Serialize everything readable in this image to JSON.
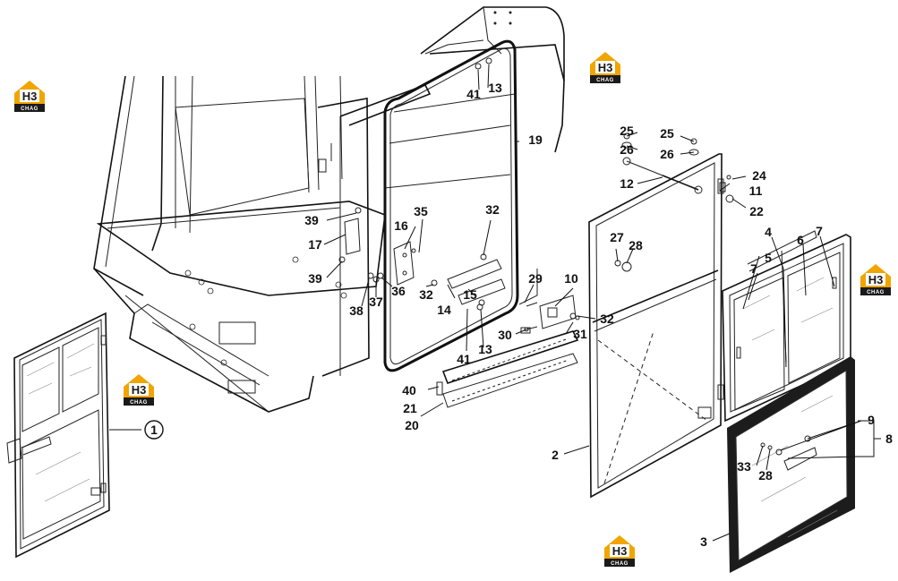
{
  "brand": {
    "logo_text": "CHAG",
    "logo_letters": "H3",
    "colors": {
      "logo_orange": "#f0a500",
      "logo_dark": "#1a1a1a"
    }
  },
  "callouts": [
    {
      "id": "c1",
      "text": "1",
      "circled": true
    },
    {
      "id": "c2",
      "text": "2"
    },
    {
      "id": "c3",
      "text": "3"
    },
    {
      "id": "c4",
      "text": "4"
    },
    {
      "id": "c5",
      "text": "5"
    },
    {
      "id": "c6",
      "text": "6"
    },
    {
      "id": "c7a",
      "text": "7"
    },
    {
      "id": "c7b",
      "text": "7"
    },
    {
      "id": "c8",
      "text": "8"
    },
    {
      "id": "c9",
      "text": "9"
    },
    {
      "id": "c10",
      "text": "10"
    },
    {
      "id": "c11",
      "text": "11"
    },
    {
      "id": "c12",
      "text": "12"
    },
    {
      "id": "c13a",
      "text": "13"
    },
    {
      "id": "c13b",
      "text": "13"
    },
    {
      "id": "c14",
      "text": "14"
    },
    {
      "id": "c15",
      "text": "15"
    },
    {
      "id": "c16",
      "text": "16"
    },
    {
      "id": "c17",
      "text": "17"
    },
    {
      "id": "c19",
      "text": "19"
    },
    {
      "id": "c20",
      "text": "20"
    },
    {
      "id": "c21",
      "text": "21"
    },
    {
      "id": "c22",
      "text": "22"
    },
    {
      "id": "c24",
      "text": "24"
    },
    {
      "id": "c25a",
      "text": "25"
    },
    {
      "id": "c25b",
      "text": "25"
    },
    {
      "id": "c26a",
      "text": "26"
    },
    {
      "id": "c26b",
      "text": "26"
    },
    {
      "id": "c27",
      "text": "27"
    },
    {
      "id": "c28a",
      "text": "28"
    },
    {
      "id": "c28b",
      "text": "28"
    },
    {
      "id": "c29",
      "text": "29"
    },
    {
      "id": "c30",
      "text": "30"
    },
    {
      "id": "c31",
      "text": "31"
    },
    {
      "id": "c32a",
      "text": "32"
    },
    {
      "id": "c32b",
      "text": "32"
    },
    {
      "id": "c32c",
      "text": "32"
    },
    {
      "id": "c33",
      "text": "33"
    },
    {
      "id": "c35",
      "text": "35"
    },
    {
      "id": "c36",
      "text": "36"
    },
    {
      "id": "c37",
      "text": "37"
    },
    {
      "id": "c38",
      "text": "38"
    },
    {
      "id": "c39a",
      "text": "39"
    },
    {
      "id": "c39b",
      "text": "39"
    },
    {
      "id": "c40",
      "text": "40"
    },
    {
      "id": "c41a",
      "text": "41"
    },
    {
      "id": "c41b",
      "text": "41"
    }
  ]
}
